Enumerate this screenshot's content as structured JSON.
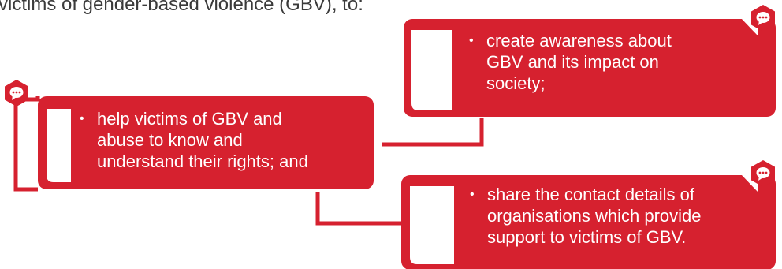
{
  "intro": {
    "text": "victims of gender-based violence (GBV), to:"
  },
  "colors": {
    "accent": "#d6212f",
    "text": "#3a3a3a",
    "card_text": "#ffffff"
  },
  "icons": {
    "badge": "chat-bubble-icon"
  },
  "cards": [
    {
      "bullet": "•",
      "lines": [
        "create awareness about",
        "GBV and its impact on",
        "society;"
      ]
    },
    {
      "bullet": "•",
      "lines": [
        "help victims of GBV and",
        "abuse to know and",
        "understand their rights; and"
      ]
    },
    {
      "bullet": "•",
      "lines": [
        "share the contact details of",
        "organisations which provide",
        "support to victims of GBV."
      ]
    }
  ]
}
